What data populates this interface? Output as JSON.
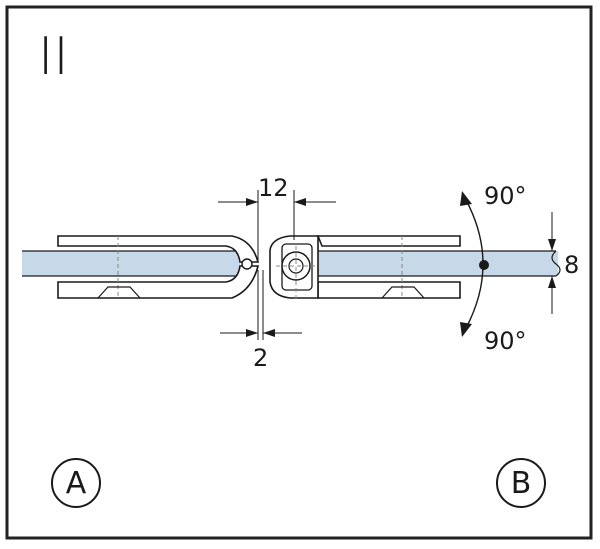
{
  "panel": {
    "label": "II"
  },
  "dimensions": {
    "top_gap": "12",
    "bottom_gap": "2",
    "thickness": "8",
    "rotation_up": "90°",
    "rotation_down": "90°"
  },
  "sides": {
    "left": "A",
    "right": "B"
  },
  "colors": {
    "glass": "#c7d9e8",
    "line": "#1a1a1a",
    "frame": "#222222"
  }
}
